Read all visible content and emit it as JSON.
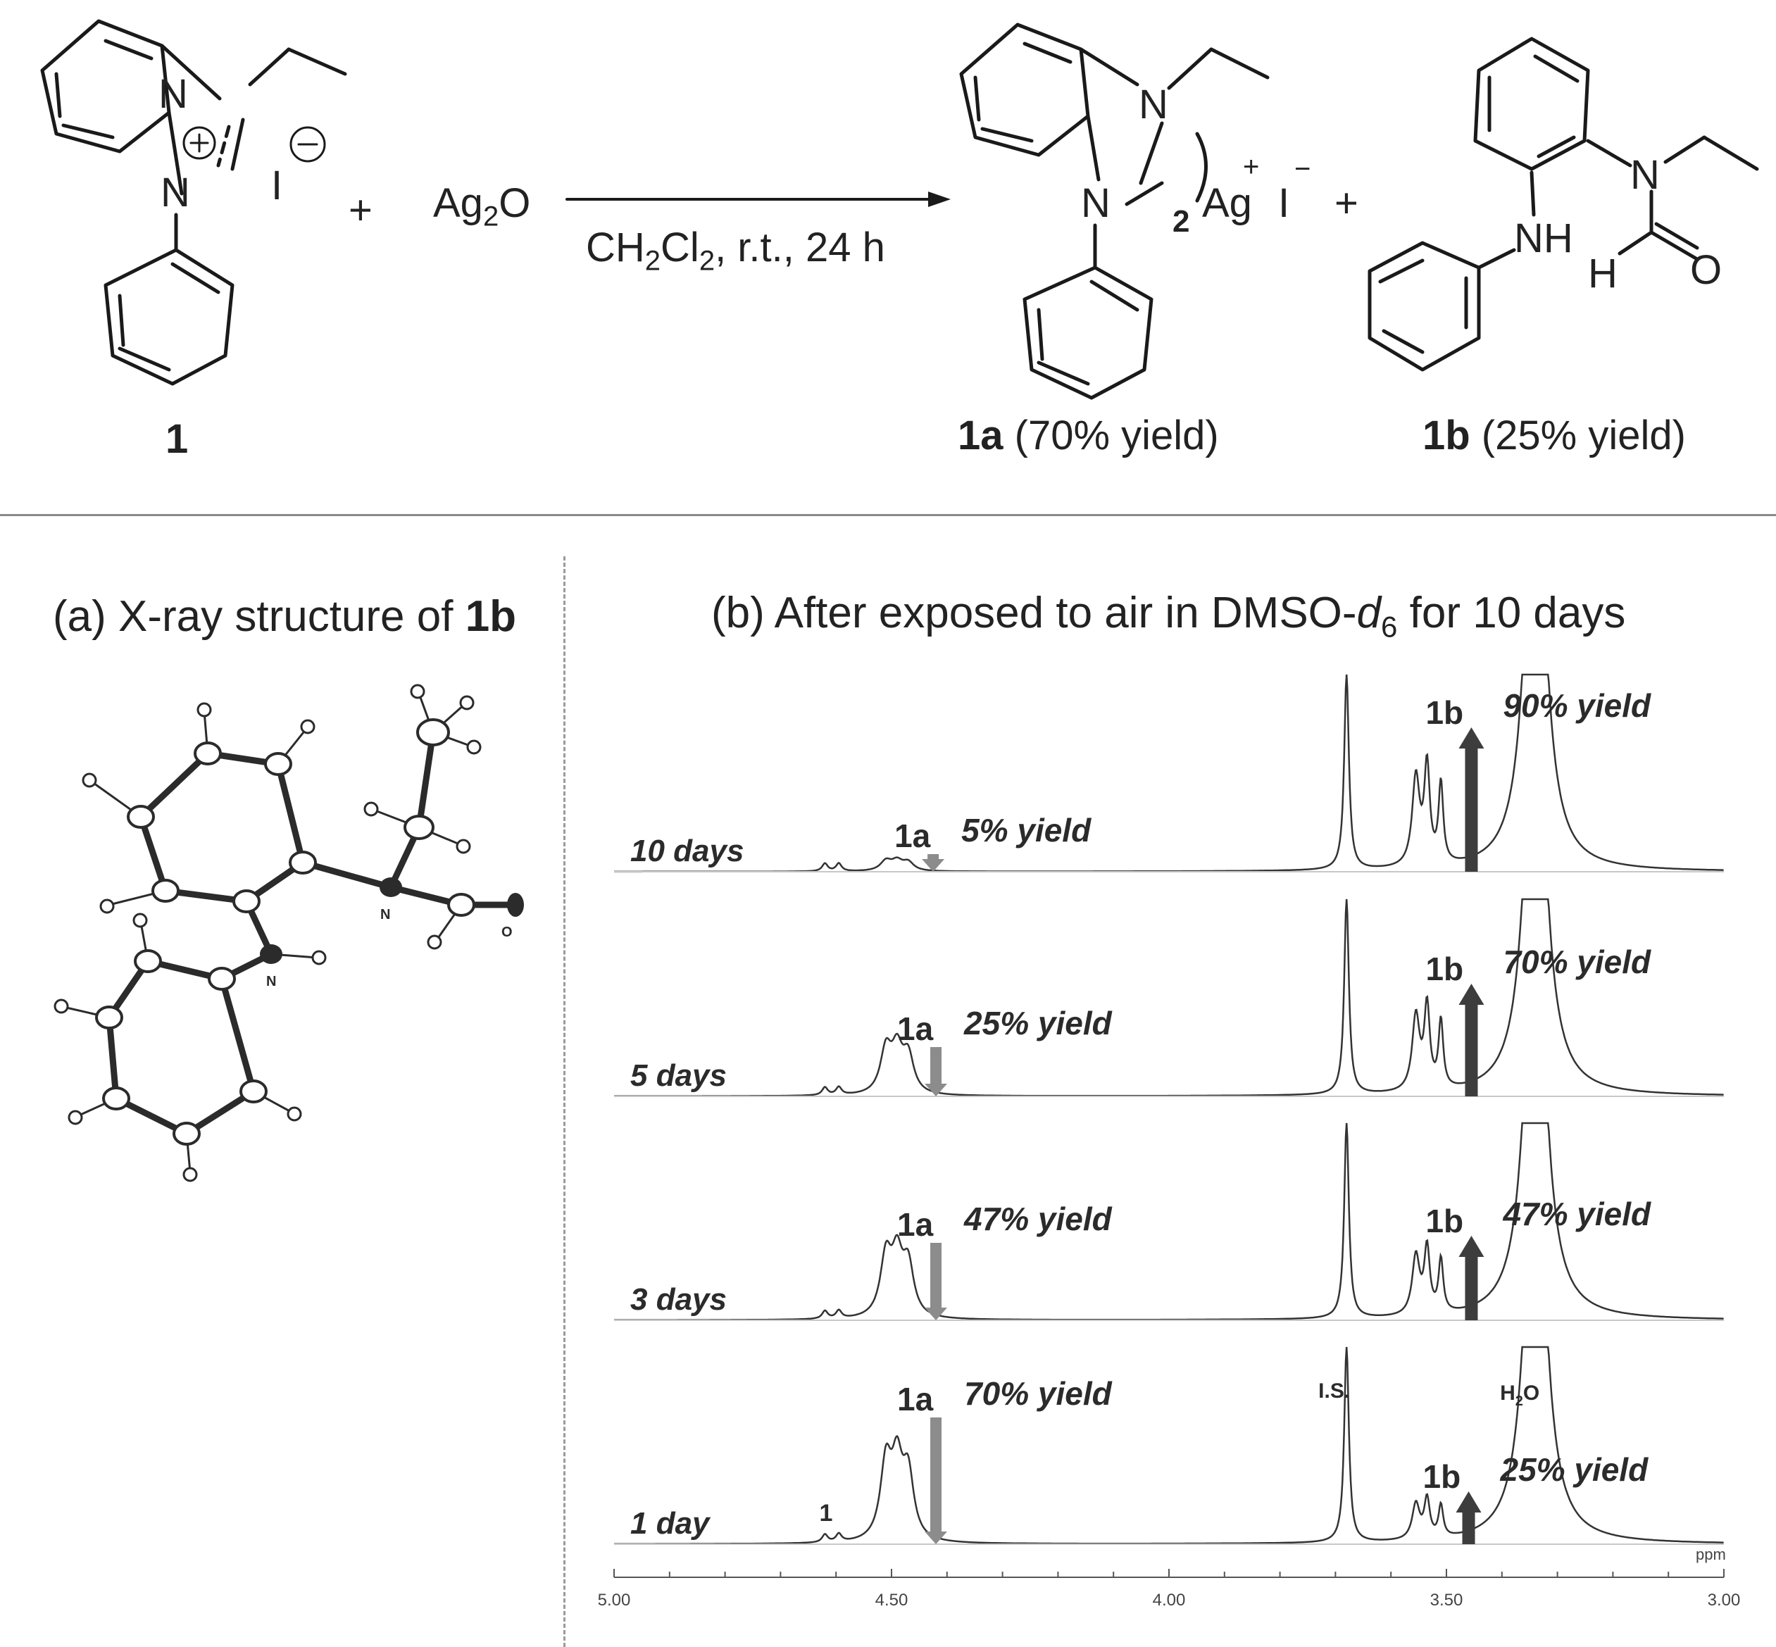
{
  "scheme": {
    "reactant_label": "1",
    "iodide": "I",
    "plus1": "+",
    "reagent_base": "Ag",
    "reagent_sub": "2",
    "reagent_tail": "O",
    "conditions_a": "CH",
    "conditions_sub1": "2",
    "conditions_b": "Cl",
    "conditions_sub2": "2",
    "conditions_c": ", r.t., 24 h",
    "product1_n1": "N",
    "product1_n2": "N",
    "product1_sub": "2",
    "product1_ag": "Ag",
    "product1_iodide": "I",
    "plus2": "+",
    "product2_n": "N",
    "product2_nh": "NH",
    "product2_h": "H",
    "product2_o": "O",
    "reactant_n1": "N",
    "reactant_n2": "N",
    "product1_label_bold": "1a",
    "product1_label_rest": " (70% yield)",
    "product2_label_bold": "1b",
    "product2_label_rest": " (25% yield)"
  },
  "panel_a": {
    "title_prefix": "(a) X-ray structure of ",
    "title_bold": "1b",
    "atom_n1": "N",
    "atom_n2": "N",
    "atom_o": "O"
  },
  "panel_b": {
    "title_prefix": "(b) After exposed to air in DMSO-",
    "title_italic": "d",
    "title_sub": "6",
    "title_suffix": " for 10 days",
    "label_is": "I.S.",
    "label_h2o_h": "H",
    "label_h2o_sub": "2",
    "label_h2o_o": "O",
    "label_1": "1",
    "x_unit": "ppm",
    "colors": {
      "arrow_1a": "#8c8c8c",
      "arrow_1b": "#3d3d3d",
      "trace": "#333333"
    }
  },
  "chart_data": {
    "type": "line",
    "title": "(b) After exposed to air in DMSO-d6 for 10 days",
    "xlabel": "ppm",
    "xlim": [
      5.0,
      3.0
    ],
    "x_ticks": [
      "5.00",
      "4.50",
      "4.00",
      "3.50",
      "3.00"
    ],
    "series": [
      {
        "name": "10 days",
        "yield_1a": "5% yield",
        "yield_1b": "90% yield"
      },
      {
        "name": "5 days",
        "yield_1a": "25% yield",
        "yield_1b": "70% yield"
      },
      {
        "name": "3 days",
        "yield_1a": "47% yield",
        "yield_1b": "47% yield"
      },
      {
        "name": "1 day",
        "yield_1a": "70% yield",
        "yield_1b": "25% yield"
      }
    ],
    "peaks_ppm": {
      "1": 4.61,
      "1a": 4.49,
      "I.S.": 3.68,
      "1b": 3.54,
      "H2O": 3.34
    }
  }
}
